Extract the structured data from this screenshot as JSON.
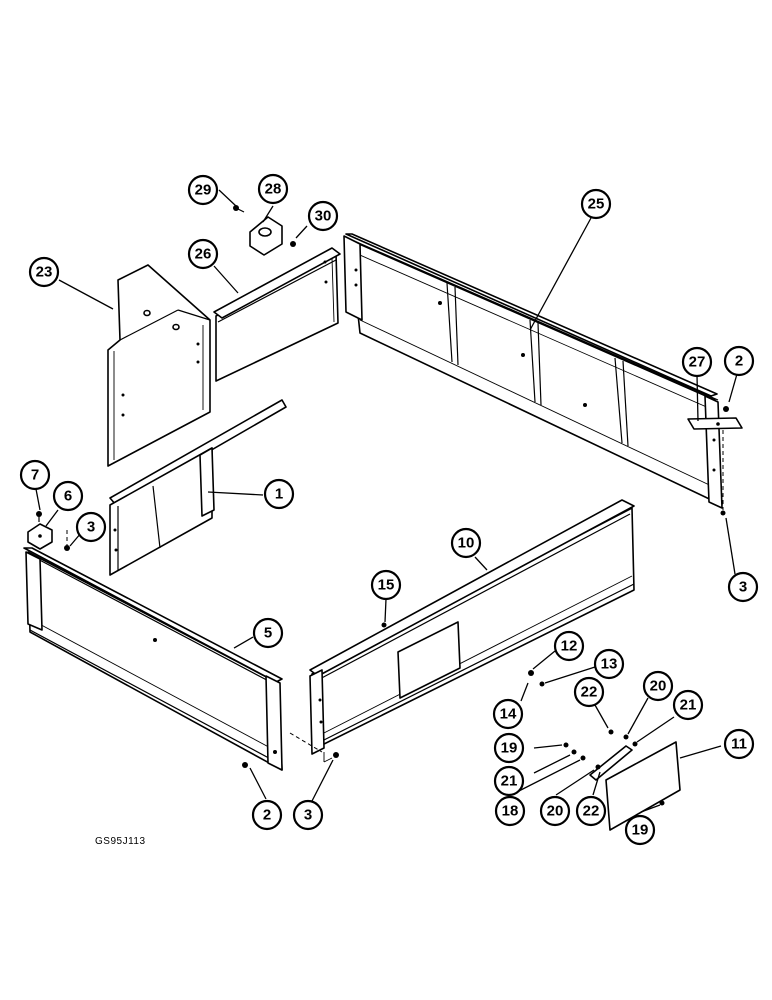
{
  "diagram": {
    "code": "GS95J113",
    "callouts": [
      {
        "id": "c29",
        "label": "29"
      },
      {
        "id": "c28",
        "label": "28"
      },
      {
        "id": "c30",
        "label": "30"
      },
      {
        "id": "c25",
        "label": "25"
      },
      {
        "id": "c26",
        "label": "26"
      },
      {
        "id": "c23",
        "label": "23"
      },
      {
        "id": "c27",
        "label": "27"
      },
      {
        "id": "c2a",
        "label": "2"
      },
      {
        "id": "c1",
        "label": "1"
      },
      {
        "id": "c7",
        "label": "7"
      },
      {
        "id": "c6",
        "label": "6"
      },
      {
        "id": "c3a",
        "label": "3"
      },
      {
        "id": "c3b",
        "label": "3"
      },
      {
        "id": "c10",
        "label": "10"
      },
      {
        "id": "c15",
        "label": "15"
      },
      {
        "id": "c5",
        "label": "5"
      },
      {
        "id": "c12",
        "label": "12"
      },
      {
        "id": "c13",
        "label": "13"
      },
      {
        "id": "c14",
        "label": "14"
      },
      {
        "id": "c22a",
        "label": "22"
      },
      {
        "id": "c20a",
        "label": "20"
      },
      {
        "id": "c21a",
        "label": "21"
      },
      {
        "id": "c19a",
        "label": "19"
      },
      {
        "id": "c11",
        "label": "11"
      },
      {
        "id": "c21b",
        "label": "21"
      },
      {
        "id": "c2b",
        "label": "2"
      },
      {
        "id": "c3c",
        "label": "3"
      },
      {
        "id": "c18",
        "label": "18"
      },
      {
        "id": "c20b",
        "label": "20"
      },
      {
        "id": "c22b",
        "label": "22"
      },
      {
        "id": "c19b",
        "label": "19"
      }
    ]
  }
}
